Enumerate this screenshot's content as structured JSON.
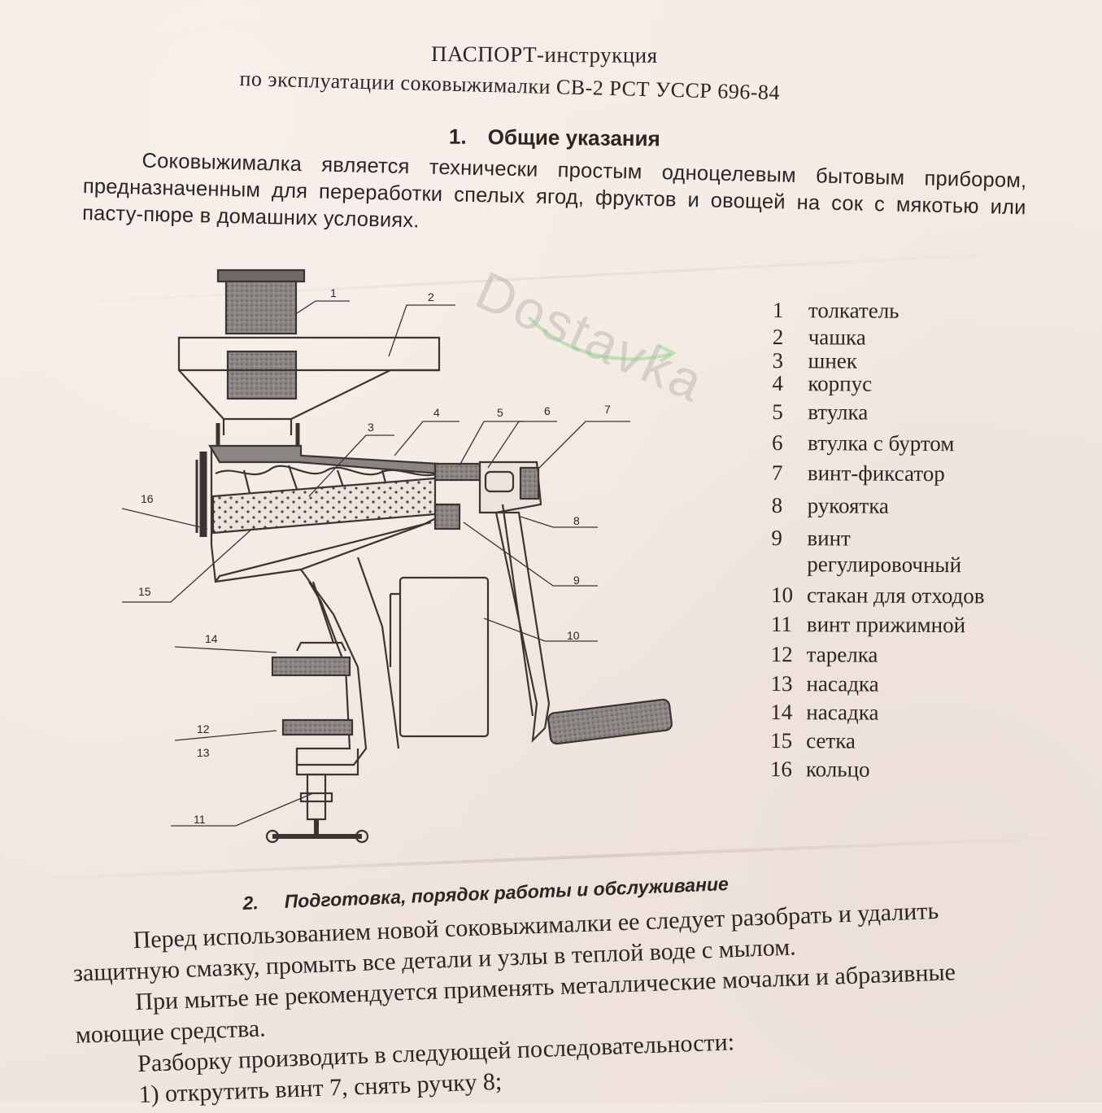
{
  "document": {
    "title_line1": "ПАСПОРТ-инструкция",
    "title_line2": "по эксплуатации соковыжималки СВ-2 РСТ УССР 696-84"
  },
  "section1": {
    "number": "1.",
    "heading": "Общие указания",
    "paragraph": "Соковыжималка является технически простым одноцелевым бытовым прибором, предназначенным для переработки спелых ягод, фруктов и овощей на сок с мякотью или пасту-пюре в домашних условиях."
  },
  "diagram": {
    "callouts": [
      "1",
      "2",
      "3",
      "4",
      "5",
      "6",
      "7",
      "8",
      "9",
      "10",
      "11",
      "12",
      "13",
      "14",
      "15",
      "16"
    ]
  },
  "legend": [
    {
      "num": "1",
      "label": "толкатель"
    },
    {
      "num": "2",
      "label": "чашка"
    },
    {
      "num": "3",
      "label": "шнек"
    },
    {
      "num": "4",
      "label": "корпус"
    },
    {
      "num": "5",
      "label": "втулка"
    },
    {
      "num": "6",
      "label": "втулка с буртом"
    },
    {
      "num": "7",
      "label": "винт-фиксатор"
    },
    {
      "num": "8",
      "label": "рукоятка"
    },
    {
      "num": "9",
      "label": "винт"
    },
    {
      "num": "",
      "label": "регулировочный"
    },
    {
      "num": "10",
      "label": "стакан для отходов"
    },
    {
      "num": "11",
      "label": "винт прижимной"
    },
    {
      "num": "12",
      "label": "тарелка"
    },
    {
      "num": "13",
      "label": "насадка"
    },
    {
      "num": "14",
      "label": "насадка"
    },
    {
      "num": "15",
      "label": "сетка"
    },
    {
      "num": "16",
      "label": "кольцо"
    }
  ],
  "section2": {
    "number": "2.",
    "heading": "Подготовка, порядок работы и обслуживание",
    "lines": [
      "Перед использованием новой соковыжималки ее следует разобрать и удалить",
      "защитную смазку, промыть все детали и узлы в теплой воде с мылом.",
      "При мытье не рекомендуется применять металлические мочалки и абразивные",
      "моющие средства.",
      "Разборку производить в следующей последовательности:",
      "1) открутить винт 7, снять ручку 8;"
    ]
  },
  "watermark": {
    "text": "Dostavka",
    "color": "#9a9a9a",
    "swoosh_color": "#8fcf8a"
  }
}
